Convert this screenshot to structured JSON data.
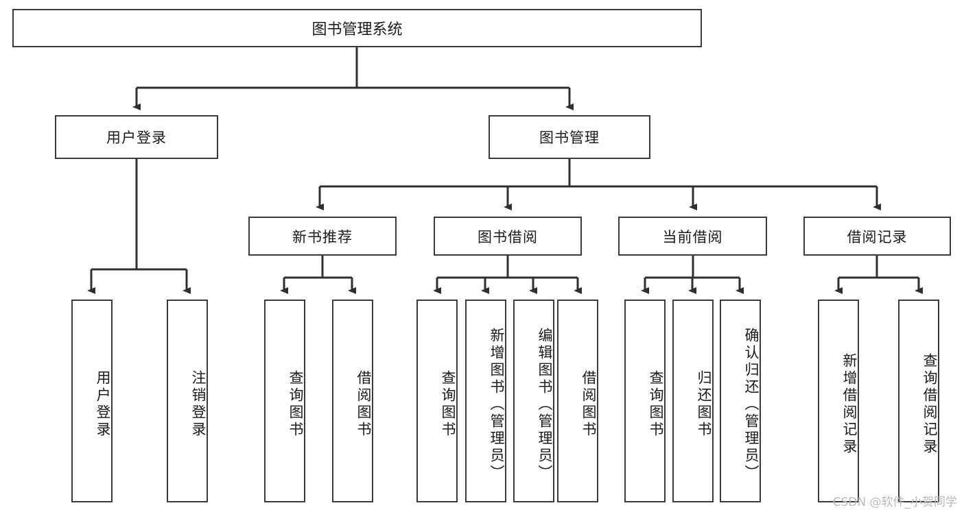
{
  "diagram": {
    "title": "图书管理系统",
    "type": "tree",
    "watermark": "CSDN @软件_小贺同学",
    "colors": {
      "box_border": "#3a3a3a",
      "box_fill": "#ffffff",
      "connector": "#2f2f2f",
      "text": "#1a1a1a",
      "watermark": "#b9b9b9",
      "background": "#ffffff"
    },
    "root": {
      "label": "图书管理系统"
    },
    "level2": [
      {
        "label": "用户登录"
      },
      {
        "label": "图书管理"
      }
    ],
    "level3": [
      {
        "label": "新书推荐"
      },
      {
        "label": "图书借阅"
      },
      {
        "label": "当前借阅"
      },
      {
        "label": "借阅记录"
      }
    ],
    "leaves": {
      "user_login": [
        {
          "label": "用户登录"
        },
        {
          "label": "注销登录"
        }
      ],
      "new_book_recommend": [
        {
          "label": "查询图书"
        },
        {
          "label": "借阅图书"
        }
      ],
      "book_borrow": [
        {
          "label": "查询图书"
        },
        {
          "label": "新增图书（管理员）"
        },
        {
          "label": "编辑图书（管理员）"
        },
        {
          "label": "借阅图书"
        }
      ],
      "current_borrow": [
        {
          "label": "查询图书"
        },
        {
          "label": "归还图书"
        },
        {
          "label": "确认归还（管理员）"
        }
      ],
      "borrow_record": [
        {
          "label": "新增借阅记录"
        },
        {
          "label": "查询借阅记录"
        }
      ]
    }
  }
}
